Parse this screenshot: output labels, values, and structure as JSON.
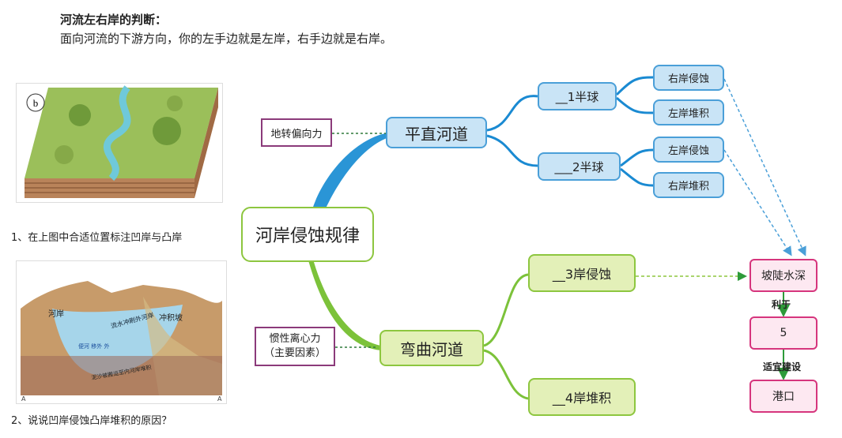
{
  "header": {
    "title": "河流左右岸的判断：",
    "line": "面向河流的下游方向，你的左手边就是左岸，右手边就是右岸。"
  },
  "left_panel": {
    "image1": {
      "label": "b"
    },
    "caption1": "1、在上图中合适位置标注凹岸与凸岸",
    "image2": {
      "labels": {
        "riverbank": "河岸",
        "erosion": "流水冲刷外河岸",
        "deposit_slope": "冲积坡",
        "sediment": "泥沙被搬运至内河岸堆积",
        "inner_flow": "便河\n移外\n外"
      },
      "corner_left": "A",
      "corner_right": "A"
    },
    "caption2": "2、说说凹岸侵蚀凸岸堆积的原因？"
  },
  "mindmap": {
    "root": "河岸侵蚀规律",
    "straight": {
      "label": "平直河道",
      "cause": "地转偏向力",
      "hemi1": "__1半球",
      "hemi2": "___2半球",
      "h1_right": "右岸侵蚀",
      "h1_left": "左岸堆积",
      "h2_left": "左岸侵蚀",
      "h2_right": "右岸堆积"
    },
    "curved": {
      "label": "弯曲河道",
      "cause_line1": "惯性离心力",
      "cause_line2": "（主要因素）",
      "item3": "__3岸侵蚀",
      "item4": "__4岸堆积"
    },
    "result": {
      "steep": "坡陡水深",
      "benefit": "利于",
      "five": "5",
      "suitable": "适宜建设",
      "port": "港口"
    }
  },
  "colors": {
    "blue": "#4a9fd8",
    "green": "#8dc63f",
    "pink": "#d6357d",
    "purple": "#8b3a7a"
  }
}
